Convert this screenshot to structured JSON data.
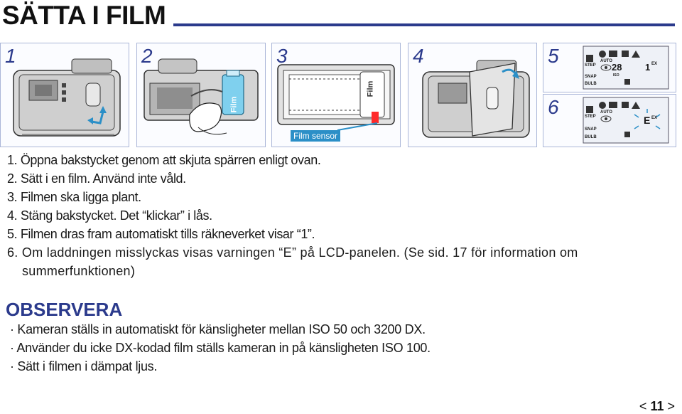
{
  "page": {
    "title": "SÄTTA I FILM"
  },
  "figure": {
    "step_labels": [
      "1",
      "2",
      "3",
      "4",
      "5",
      "6"
    ],
    "film_label_2": "Film",
    "film_label_3": "Film",
    "sensor_label": "Film sensor",
    "lcd5": {
      "modes": [
        "STEP",
        "SNAP",
        "BULB"
      ],
      "auto": "AUTO",
      "counter": "28",
      "frame": "1",
      "ex": "EX",
      "iso": "ISO"
    },
    "lcd6": {
      "modes": [
        "STEP",
        "SNAP",
        "BULB"
      ],
      "auto": "AUTO",
      "error": "E",
      "ex": "EX"
    }
  },
  "instructions": [
    "1. Öppna bakstycket genom att skjuta spärren enligt ovan.",
    "2. Sätt i en film. Använd inte våld.",
    "3. Filmen ska ligga plant.",
    "4. Stäng bakstycket. Det “klickar” i lås.",
    "5. Filmen dras fram automatiskt tills räkneverket visar “1”.",
    "6. Om laddningen misslyckas visas varningen “E” på LCD-panelen. (Se sid. 17 för information om summerfunktionen)"
  ],
  "observera": {
    "title": "OBSERVERA",
    "notes": [
      "· Kameran ställs in automatiskt för känsligheter mellan ISO 50 och 3200 DX.",
      "· Använder du icke DX-kodad film ställs kameran in på känsligheten ISO 100.",
      "· Sätt i filmen i dämpat ljus."
    ]
  },
  "footer": {
    "prefix": "<",
    "page": "11",
    "suffix": ">"
  },
  "colors": {
    "accent": "#2b3a8c",
    "panel_border": "#aab6d8",
    "film_canister": "#7fd0ee"
  }
}
